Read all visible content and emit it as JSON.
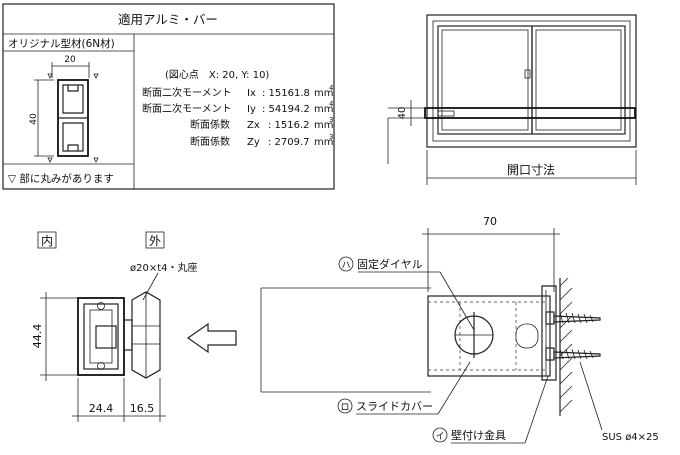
{
  "spec_table": {
    "title": "適用アルミ・バー",
    "section_label": "オリジナル型材(6N材)",
    "dim_width": "20",
    "dim_height": "40",
    "note": "▽ 部に丸みがあります",
    "figure_point": "(図心点　X: 20, Y: 10)",
    "rows": [
      {
        "label": "断面二次モーメント",
        "axis": "Ix",
        "value": ": 15161.8",
        "unit": "mm",
        "sup": "4"
      },
      {
        "label": "断面二次モーメント",
        "axis": "Iy",
        "value": ": 54194.2",
        "unit": "mm",
        "sup": "4"
      },
      {
        "label": "断面係数",
        "axis": "Zx",
        "value": ": 1516.2",
        "unit": "mm",
        "sup": "3"
      },
      {
        "label": "断面係数",
        "axis": "Zy",
        "value": ": 2709.7",
        "unit": "mm",
        "sup": "3"
      }
    ]
  },
  "window": {
    "dim_40": "40",
    "opening_label": "開口寸法"
  },
  "detail": {
    "inside_label": "内",
    "outside_label": "外",
    "washer_label": "ø20×t4・丸座",
    "dim_height": "44.4",
    "dim_a": "24.4",
    "dim_b": "16.5",
    "dim_top": "70",
    "callout_ha": "ハ",
    "callout_ha_text": "固定ダイヤル",
    "callout_ro": "ロ",
    "callout_ro_text": "スライドカバー",
    "callout_i": "イ",
    "callout_i_text": "壁付け金具",
    "screw_label": "SUS ø4×25"
  }
}
